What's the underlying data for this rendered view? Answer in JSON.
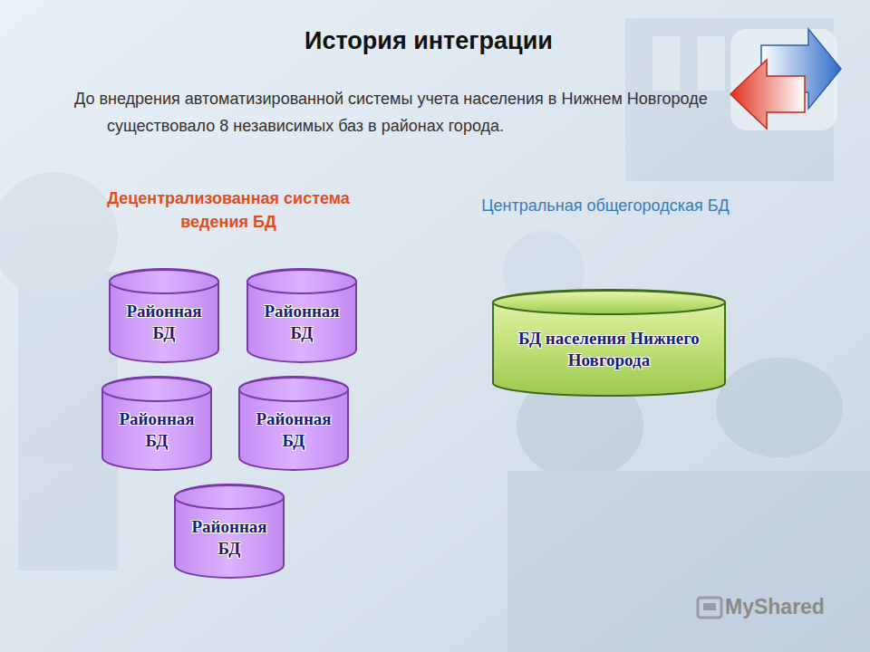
{
  "diagram": {
    "title": "История интеграции",
    "nodes": [
      {
        "text": [
          "Районная БД"
        ]
      },
      {
        "text": [
          "Районная БД"
        ]
      },
      {
        "text": [
          "Районная БД"
        ]
      },
      {
        "text": [
          "Районная БД"
        ]
      },
      {
        "text": [
          "Районная БД"
        ]
      },
      {
        "text": [
          "БД населения Нижнего Новгорода"
        ]
      }
    ],
    "labels": [
      "До внедрения автоматизированной системы учета населения в Нижнем Новгороде существовало 8 независимых баз в районах города.",
      "Децентрализованная система ведения БД",
      "Центральная общегородская БД",
      "MyShared"
    ]
  }
}
